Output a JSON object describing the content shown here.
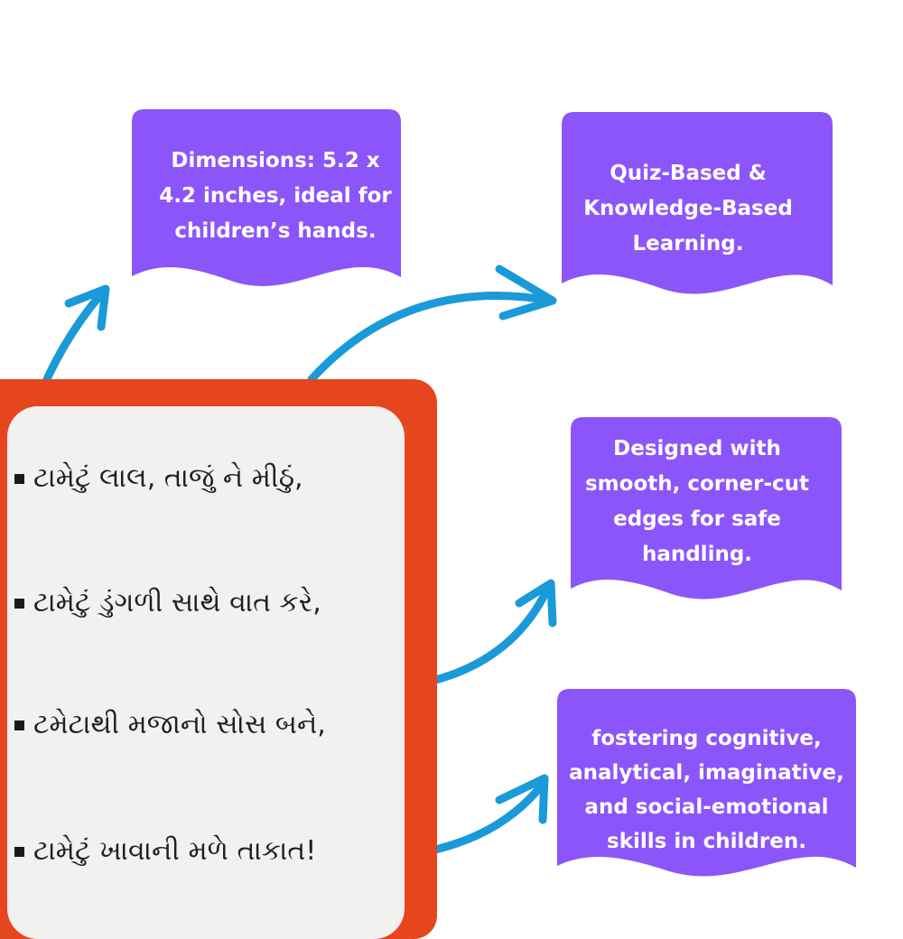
{
  "colors": {
    "callout_fill": "#8c55fa",
    "callout_text": "#ffffff",
    "arrow": "#1a9ad8",
    "card_border": "#e6461e",
    "card_face": "#f3f1f0"
  },
  "callouts": [
    {
      "text": "Dimensions: 5.2 x\n4.2 inches, ideal for\nchildren’s hands."
    },
    {
      "text": "Quiz-Based &\nKnowledge-Based\nLearning."
    },
    {
      "text": "Designed with\nsmooth, corner-cut\nedges for safe\nhandling."
    },
    {
      "text": "fostering cognitive,\nanalytical, imaginative,\nand social-emotional\nskills in children."
    }
  ],
  "card": {
    "lines": [
      "ટામેટું લાલ, તાજું ને મીઠું,",
      "ટામેટું ડુંગળી સાથે વાત કરે,",
      "ટમેટાથી મજાનો સોસ બને,",
      "ટામેટું ખાવાની મળે તાકાત!"
    ]
  }
}
